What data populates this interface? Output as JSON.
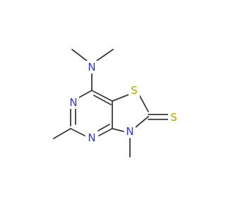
{
  "molecule": {
    "atoms": [
      {
        "id": "N_amine",
        "label": "N",
        "color": "#3333ff"
      },
      {
        "id": "S_ring",
        "label": "S",
        "color": "#b8a300"
      },
      {
        "id": "N_pyr_top",
        "label": "N",
        "color": "#3333ff"
      },
      {
        "id": "N_pyr_bottom",
        "label": "N",
        "color": "#3333ff"
      },
      {
        "id": "N_thiazole",
        "label": "N",
        "color": "#3333ff"
      },
      {
        "id": "S_thione",
        "label": "S",
        "color": "#b8a300"
      }
    ],
    "bond_color": "#3a3a3a"
  }
}
